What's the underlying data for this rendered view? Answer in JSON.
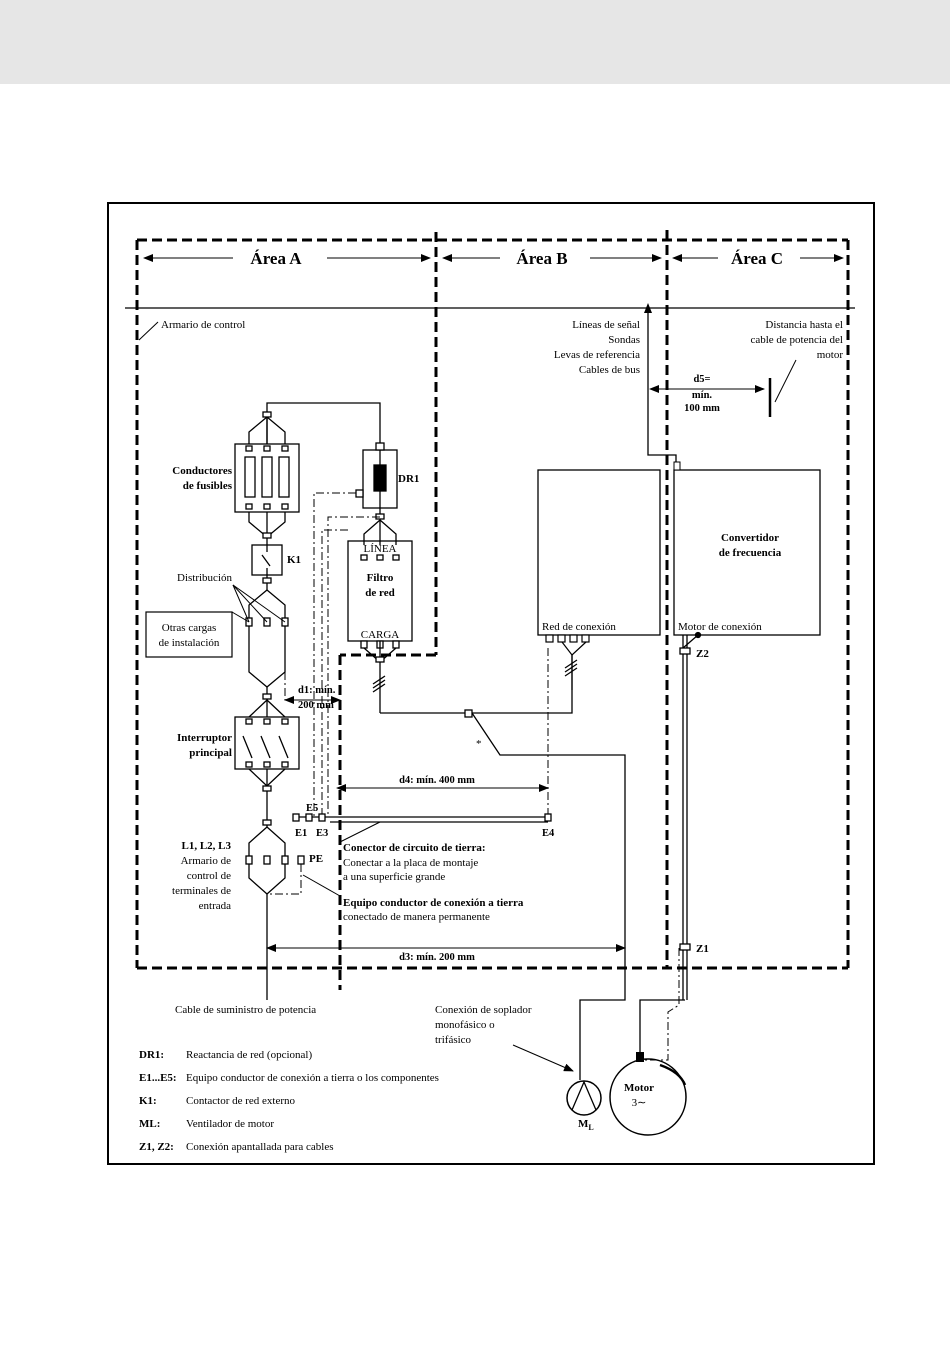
{
  "areas": {
    "a": "Área A",
    "b": "Área B",
    "c": "Área C"
  },
  "labels": {
    "armario": "Armario de control",
    "signal": [
      "Líneas de señal",
      "Sondas",
      "Levas de referencia",
      "Cables de bus"
    ],
    "distance_motor": [
      "Distancia hasta el",
      "cable de potencia del",
      "motor"
    ],
    "d5": [
      "d5=",
      "mín.",
      "100 mm"
    ],
    "fuses": [
      "Conductores",
      "de fusibles"
    ],
    "dr1": "DR1",
    "k1": "K1",
    "linea": "LÍNEA",
    "filter": [
      "Filtro",
      "de red"
    ],
    "carga": "CARGA",
    "distribucion": "Distribución",
    "otras": [
      "Otras cargas",
      "de instalación"
    ],
    "red_conexion": "Red de conexión",
    "converter": [
      "Convertidor",
      "de frecuencia"
    ],
    "motor_conexion": "Motor de conexión",
    "z2": "Z2",
    "z1": "Z1",
    "d1": [
      "d1: mín.",
      "200 mm"
    ],
    "interruptor": [
      "Interruptor",
      "principal"
    ],
    "asterisk": "*",
    "d4": "d4: mín. 400 mm",
    "e5": "E5",
    "e1": "E1",
    "e3": "E3",
    "e4": "E4",
    "l123": "L1, L2, L3",
    "terminal": [
      "Armario de",
      "control de",
      "terminales de",
      "entrada"
    ],
    "pe": "PE",
    "ground_connector_title": "Conector de circuito de tierra:",
    "ground_connector_text": [
      "Conectar a la placa de montaje",
      "a una superficie grande"
    ],
    "equipment_title": "Equipo conductor de conexión a tierra",
    "equipment_text": "conectado de manera permanente",
    "d3": "d3: mín. 200 mm",
    "supply": "Cable de suministro de potencia",
    "blower": [
      "Conexión de soplador",
      "monofásico o",
      "trifásico"
    ],
    "motor": "Motor",
    "motor_phase": "3∼",
    "ml": "M",
    "ml_sub": "L"
  },
  "legend": [
    {
      "key": "DR1:",
      "text": "Reactancia de red (opcional)"
    },
    {
      "key": "E1...E5:",
      "text": "Equipo conductor de conexión a tierra o los componentes"
    },
    {
      "key": "K1:",
      "text": "Contactor de red externo"
    },
    {
      "key": "ML:",
      "text": "Ventilador de motor"
    },
    {
      "key": "Z1, Z2:",
      "text": "Conexión apantallada para cables"
    }
  ]
}
